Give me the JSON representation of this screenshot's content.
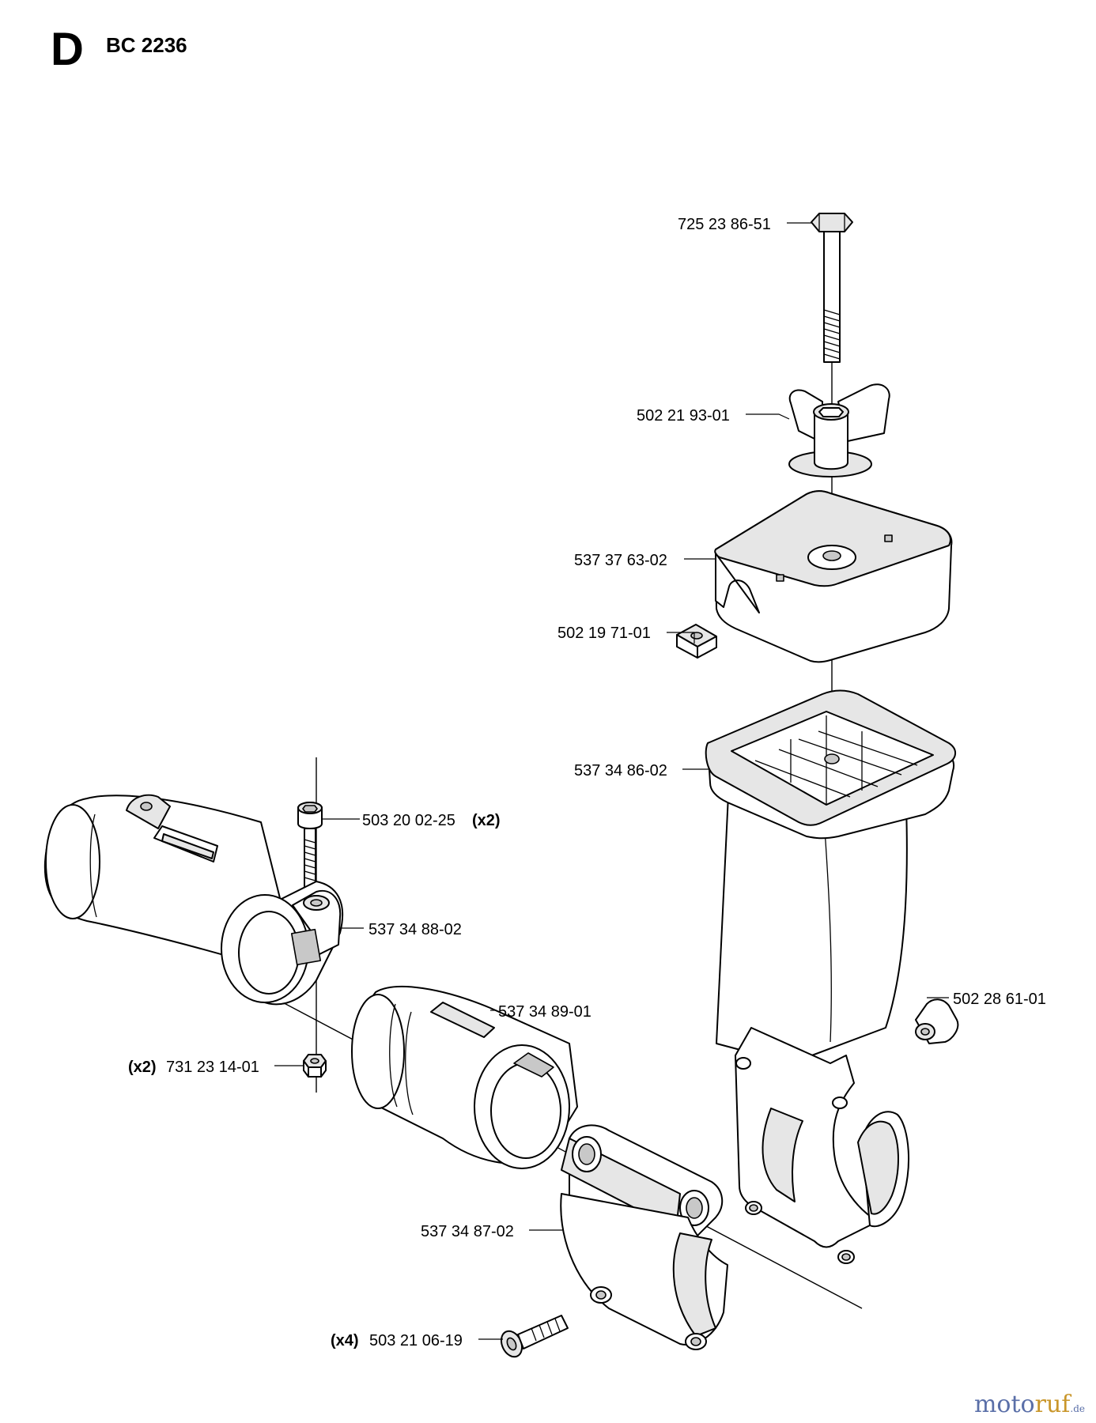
{
  "header": {
    "section_letter": "D",
    "model": "BC 2236"
  },
  "parts": [
    {
      "part_no": "725 23 86-51",
      "qty": ""
    },
    {
      "part_no": "502 21 93-01",
      "qty": ""
    },
    {
      "part_no": "537 37 63-02",
      "qty": ""
    },
    {
      "part_no": "502 19 71-01",
      "qty": ""
    },
    {
      "part_no": "537 34 86-02",
      "qty": ""
    },
    {
      "part_no": "503 20 02-25",
      "qty": "(x2)"
    },
    {
      "part_no": "537 34 88-02",
      "qty": ""
    },
    {
      "part_no": "537 34 89-01",
      "qty": ""
    },
    {
      "part_no": "502 28 61-01",
      "qty": ""
    },
    {
      "part_no": "731 23 14-01",
      "qty": "(x2)"
    },
    {
      "part_no": "537 34 87-02",
      "qty": ""
    },
    {
      "part_no": "503 21 06-19",
      "qty": "(x4)"
    }
  ],
  "watermark": {
    "part1": "moto",
    "part2": "ruf",
    "part3": ".de"
  }
}
